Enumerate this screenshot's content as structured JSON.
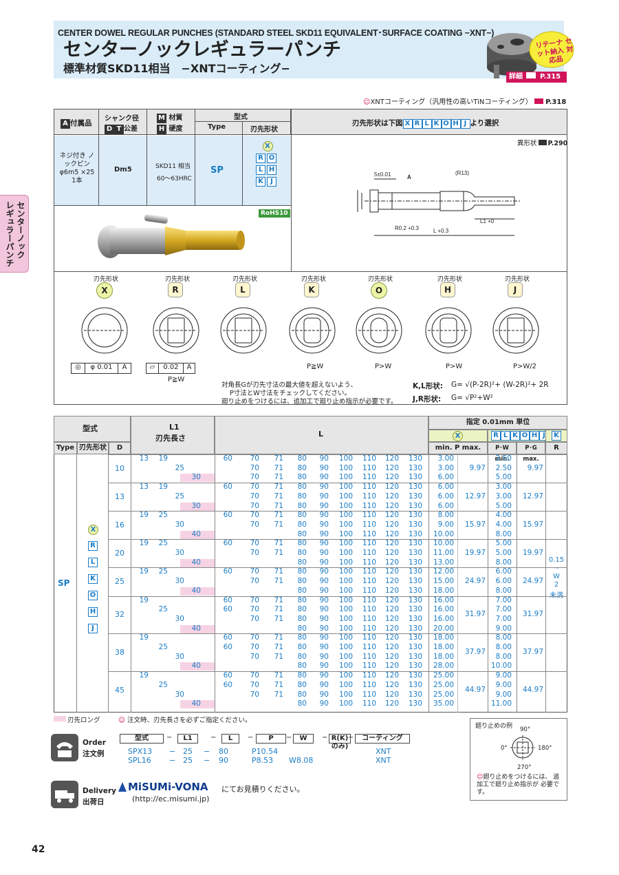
{
  "header": {
    "title_en": "CENTER DOWEL REGULAR PUNCHES (STANDARD STEEL SKD11 EQUIVALENT･SURFACE COATING −XNT−)",
    "title_jp": "センターノックレギュラーパンチ",
    "subtitle_jp": "標準材質SKD11相当　−XNTコーティング−",
    "badge_text": "リテーナ セット納入 対応品",
    "detail_label": "詳細",
    "detail_page": "P.315"
  },
  "side_tab": "センターノック レギュラーパンチ",
  "xnt_note": "XNTコーティング（汎用性の高いTiNコーティング）",
  "xnt_page": "P.318",
  "spec": {
    "h_accessory": "付属品",
    "h_shank": "シャンク径",
    "h_shank_tol": "公差",
    "h_material": "材質",
    "h_hardness": "硬度",
    "h_katashiki": "型式",
    "h_type": "Type",
    "h_tip": "刃先形状",
    "h_select": "刃先形状は下図",
    "h_select2": "より選択",
    "accessory": "ネジ付き ノックピン φ6m5 ×25 1本",
    "shank": "Dm5",
    "material": "SKD11 相当",
    "hardness": "60〜63HRC",
    "type": "SP",
    "tips": [
      "X",
      "R",
      "L",
      "K",
      "O",
      "H",
      "J"
    ],
    "odd_shape": "異形状",
    "odd_page": "P.290",
    "rohs": "RoHS10"
  },
  "tip_row": {
    "label": "刃先形状",
    "shapes": [
      "X",
      "R",
      "L",
      "K",
      "O",
      "H",
      "J"
    ],
    "tol_box": [
      "◎",
      "φ 0.01",
      "A"
    ],
    "flat_box": [
      "⏥",
      "0.02",
      "A"
    ],
    "pw_x_rl": "P≧W",
    "pw_k": "P≧W",
    "pw_o": "P>W",
    "pw_h": "P>W",
    "pw_j": "P>W/2",
    "notes": [
      "対角長Gが刃先寸法の最大値を超えないよう、",
      "P寸法とW寸法をチェックしてください。",
      "廻り止めをつけるには、追加工で廻り止め指示が必要です。"
    ],
    "formula_kl_label": "K,L形状:",
    "formula_kl": "G= √(P-2R)²+ (W-2R)²+ 2R",
    "formula_jr_label": "J,R形状:",
    "formula_jr": "G= √P²+W²"
  },
  "table": {
    "unit_note": "指定 0.01mm 単位",
    "h_katashiki": "型式",
    "h_type": "Type",
    "h_tip": "刃先形状",
    "h_d": "D",
    "h_l1": "L1",
    "h_l1_sub": "刃先長さ",
    "h_l": "L",
    "h_x": "X",
    "h_rlkohj": "RLKOHJ",
    "h_k": "K",
    "h_minP": "min. P max.",
    "h_pw": "P･W min.",
    "h_pg": "P･G max.",
    "h_r": "R",
    "type": "SP",
    "tips": [
      "X",
      "R",
      "L",
      "K",
      "O",
      "H",
      "J"
    ],
    "r_value": [
      "0.15",
      "~",
      "W",
      "2",
      "未満"
    ],
    "groups": [
      {
        "d": "10",
        "max": "9.97",
        "max2": "9.97",
        "rows": [
          {
            "l1": [
              "13",
              "19",
              "",
              ""
            ],
            "l": [
              "60",
              "70",
              "71",
              "80",
              "90",
              "100",
              "110",
              "120",
              "130"
            ],
            "p": "3.00",
            "pw": "2.50"
          },
          {
            "l1": [
              "",
              "",
              "25",
              ""
            ],
            "l": [
              "",
              "70",
              "71",
              "80",
              "90",
              "100",
              "110",
              "120",
              "130"
            ],
            "p": "3.00",
            "pw": "2.50"
          },
          {
            "l1": [
              "",
              "",
              "",
              "30"
            ],
            "l": [
              "",
              "70",
              "71",
              "80",
              "90",
              "100",
              "110",
              "120",
              "130"
            ],
            "p": "6.00",
            "pw": "5.00"
          }
        ]
      },
      {
        "d": "13",
        "max": "12.97",
        "max2": "12.97",
        "rows": [
          {
            "l1": [
              "13",
              "19",
              "",
              ""
            ],
            "l": [
              "60",
              "70",
              "71",
              "80",
              "90",
              "100",
              "110",
              "120",
              "130"
            ],
            "p": "6.00",
            "pw": "3.00"
          },
          {
            "l1": [
              "",
              "",
              "25",
              ""
            ],
            "l": [
              "",
              "70",
              "71",
              "80",
              "90",
              "100",
              "110",
              "120",
              "130"
            ],
            "p": "6.00",
            "pw": "3.00"
          },
          {
            "l1": [
              "",
              "",
              "",
              "30"
            ],
            "l": [
              "",
              "70",
              "71",
              "80",
              "90",
              "100",
              "110",
              "120",
              "130"
            ],
            "p": "6.00",
            "pw": "5.00"
          }
        ]
      },
      {
        "d": "16",
        "max": "15.97",
        "max2": "15.97",
        "rows": [
          {
            "l1": [
              "19",
              "25",
              "",
              ""
            ],
            "l": [
              "60",
              "70",
              "71",
              "80",
              "90",
              "100",
              "110",
              "120",
              "130"
            ],
            "p": "8.00",
            "pw": "4.00"
          },
          {
            "l1": [
              "",
              "",
              "30",
              ""
            ],
            "l": [
              "",
              "70",
              "71",
              "80",
              "90",
              "100",
              "110",
              "120",
              "130"
            ],
            "p": "9.00",
            "pw": "4.00"
          },
          {
            "l1": [
              "",
              "",
              "",
              "40"
            ],
            "l": [
              "",
              "",
              "",
              "80",
              "90",
              "100",
              "110",
              "120",
              "130"
            ],
            "p": "10.00",
            "pw": "8.00"
          }
        ]
      },
      {
        "d": "20",
        "max": "19.97",
        "max2": "19.97",
        "rows": [
          {
            "l1": [
              "19",
              "25",
              "",
              ""
            ],
            "l": [
              "60",
              "70",
              "71",
              "80",
              "90",
              "100",
              "110",
              "120",
              "130"
            ],
            "p": "10.00",
            "pw": "5.00"
          },
          {
            "l1": [
              "",
              "",
              "30",
              ""
            ],
            "l": [
              "",
              "70",
              "71",
              "80",
              "90",
              "100",
              "110",
              "120",
              "130"
            ],
            "p": "11.00",
            "pw": "5.00"
          },
          {
            "l1": [
              "",
              "",
              "",
              "40"
            ],
            "l": [
              "",
              "",
              "",
              "80",
              "90",
              "100",
              "110",
              "120",
              "130"
            ],
            "p": "13.00",
            "pw": "8.00"
          }
        ]
      },
      {
        "d": "25",
        "max": "24.97",
        "max2": "24.97",
        "rows": [
          {
            "l1": [
              "19",
              "25",
              "",
              ""
            ],
            "l": [
              "60",
              "70",
              "71",
              "80",
              "90",
              "100",
              "110",
              "120",
              "130"
            ],
            "p": "12.00",
            "pw": "6.00"
          },
          {
            "l1": [
              "",
              "",
              "30",
              ""
            ],
            "l": [
              "",
              "70",
              "71",
              "80",
              "90",
              "100",
              "110",
              "120",
              "130"
            ],
            "p": "15.00",
            "pw": "6.00"
          },
          {
            "l1": [
              "",
              "",
              "",
              "40"
            ],
            "l": [
              "",
              "",
              "",
              "80",
              "90",
              "100",
              "110",
              "120",
              "130"
            ],
            "p": "18.00",
            "pw": "8.00"
          }
        ]
      },
      {
        "d": "32",
        "max": "31.97",
        "max2": "31.97",
        "rows": [
          {
            "l1": [
              "19",
              "",
              "",
              ""
            ],
            "l": [
              "60",
              "70",
              "71",
              "80",
              "90",
              "100",
              "110",
              "120",
              "130"
            ],
            "p": "16.00",
            "pw": "7.00"
          },
          {
            "l1": [
              "",
              "25",
              "",
              ""
            ],
            "l": [
              "60",
              "70",
              "71",
              "80",
              "90",
              "100",
              "110",
              "120",
              "130"
            ],
            "p": "16.00",
            "pw": "7.00"
          },
          {
            "l1": [
              "",
              "",
              "30",
              ""
            ],
            "l": [
              "",
              "70",
              "71",
              "80",
              "90",
              "100",
              "110",
              "120",
              "130"
            ],
            "p": "16.00",
            "pw": "7.00"
          },
          {
            "l1": [
              "",
              "",
              "",
              "40"
            ],
            "l": [
              "",
              "",
              "",
              "80",
              "90",
              "100",
              "110",
              "120",
              "130"
            ],
            "p": "20.00",
            "pw": "9.00"
          }
        ]
      },
      {
        "d": "38",
        "max": "37.97",
        "max2": "37.97",
        "rows": [
          {
            "l1": [
              "19",
              "",
              "",
              ""
            ],
            "l": [
              "60",
              "70",
              "71",
              "80",
              "90",
              "100",
              "110",
              "120",
              "130"
            ],
            "p": "18.00",
            "pw": "8.00"
          },
          {
            "l1": [
              "",
              "25",
              "",
              ""
            ],
            "l": [
              "60",
              "70",
              "71",
              "80",
              "90",
              "100",
              "110",
              "120",
              "130"
            ],
            "p": "18.00",
            "pw": "8.00"
          },
          {
            "l1": [
              "",
              "",
              "30",
              ""
            ],
            "l": [
              "",
              "70",
              "71",
              "80",
              "90",
              "100",
              "110",
              "120",
              "130"
            ],
            "p": "18.00",
            "pw": "8.00"
          },
          {
            "l1": [
              "",
              "",
              "",
              "40"
            ],
            "l": [
              "",
              "",
              "",
              "80",
              "90",
              "100",
              "110",
              "120",
              "130"
            ],
            "p": "28.00",
            "pw": "10.00"
          }
        ]
      },
      {
        "d": "45",
        "max": "44.97",
        "max2": "44.97",
        "rows": [
          {
            "l1": [
              "19",
              "",
              "",
              ""
            ],
            "l": [
              "60",
              "70",
              "71",
              "80",
              "90",
              "100",
              "110",
              "120",
              "130"
            ],
            "p": "25.00",
            "pw": "9.00"
          },
          {
            "l1": [
              "",
              "25",
              "",
              ""
            ],
            "l": [
              "60",
              "70",
              "71",
              "80",
              "90",
              "100",
              "110",
              "120",
              "130"
            ],
            "p": "25.00",
            "pw": "9.00"
          },
          {
            "l1": [
              "",
              "",
              "30",
              ""
            ],
            "l": [
              "",
              "70",
              "71",
              "80",
              "90",
              "100",
              "110",
              "120",
              "130"
            ],
            "p": "25.00",
            "pw": "9.00"
          },
          {
            "l1": [
              "",
              "",
              "",
              "40"
            ],
            "l": [
              "",
              "",
              "",
              "80",
              "90",
              "100",
              "110",
              "120",
              "130"
            ],
            "p": "35.00",
            "pw": "11.00"
          }
        ]
      }
    ]
  },
  "legend": {
    "pink": "刃先ロング",
    "note": "注文時、刃先長さを必ずご指定ください。"
  },
  "order": {
    "label_en": "Order",
    "label_jp": "注文例",
    "headers": [
      "型式",
      "L1",
      "L",
      "P",
      "W",
      "R(K)のみ)",
      "コーティング"
    ],
    "dash": "−",
    "rows": [
      [
        "SPX13",
        "25",
        "80",
        "P10.54",
        "",
        "",
        "XNT"
      ],
      [
        "SPL16",
        "25",
        "90",
        "P8.53",
        "W8.08",
        "",
        "XNT"
      ]
    ]
  },
  "stop": {
    "title": "廻り止めの例",
    "a90": "90°",
    "a0": "0°",
    "a180": "180°",
    "a270": "270°",
    "note": "廻り止めをつけるには、 追加工で廻り止め指示が 必要です。"
  },
  "delivery": {
    "label_en": "Delivery",
    "label_jp": "出荷日",
    "brand": "MiSUMi-VONA",
    "text": "にてお見積りください。",
    "url": "(http://ec.misumi.jp)"
  },
  "page_number": "42"
}
